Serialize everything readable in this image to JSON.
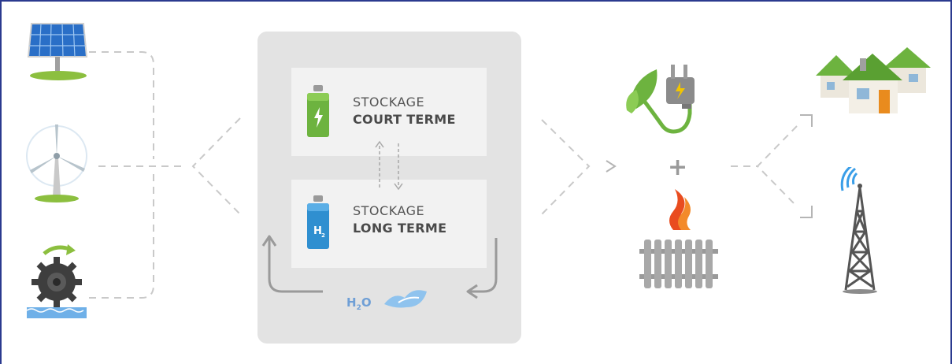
{
  "diagram": {
    "storage_short": {
      "title": "STOCKAGE",
      "subtitle": "COURT TERME"
    },
    "storage_long": {
      "title": "STOCKAGE",
      "subtitle": "LONG TERME",
      "badge_text": "H",
      "badge_sub": "2"
    },
    "water": {
      "text": "H",
      "sub": "2",
      "text_after": "O"
    },
    "plus_symbol": "+"
  },
  "colors": {
    "panel": "#e3e3e3",
    "card": "#f2f2f2",
    "battery_green": "#6db33f",
    "battery_blue": "#2f8fd0",
    "dashed_lines": "#c8c8c8",
    "arrows": "#9a9a9a"
  },
  "icons": [
    "solar-panel-icon",
    "wind-turbine-icon",
    "water-wheel-icon",
    "green-battery-icon",
    "hydrogen-tank-icon",
    "green-plug-icon",
    "heat-flame-icon",
    "radiator-icon",
    "houses-icon",
    "antenna-tower-icon",
    "water-wave-icon"
  ]
}
